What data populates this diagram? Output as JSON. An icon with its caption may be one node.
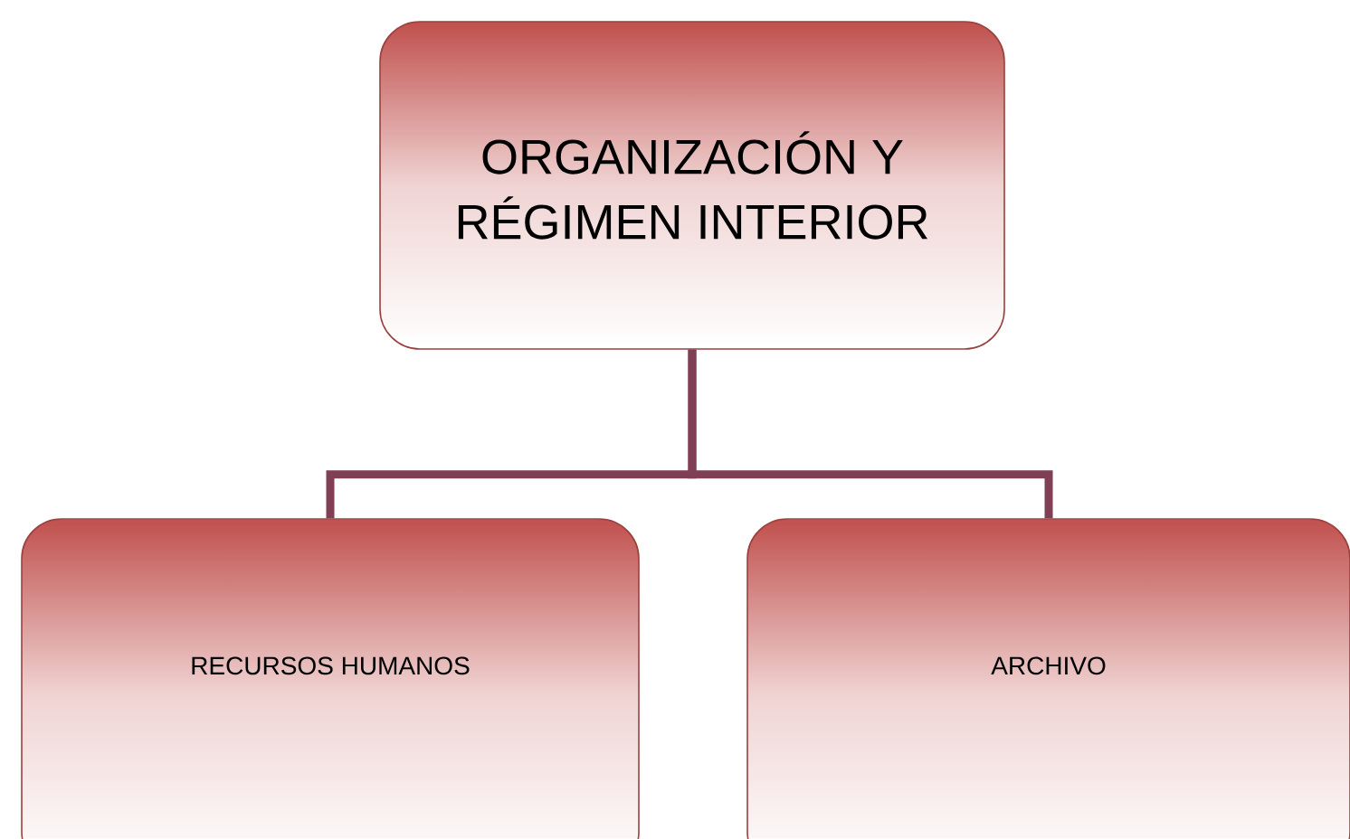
{
  "diagram": {
    "nodes": [
      {
        "text": [
          "ORGANIZACIÓN Y RÉGIMEN INTERIOR"
        ]
      },
      {
        "text": [
          "RECURSOS HUMANOS"
        ]
      },
      {
        "text": [
          "ARCHIVO"
        ]
      }
    ],
    "edges": [
      {
        "from": 0,
        "to": 1,
        "arrow": "none"
      },
      {
        "from": 0,
        "to": 2,
        "arrow": "none"
      }
    ]
  }
}
